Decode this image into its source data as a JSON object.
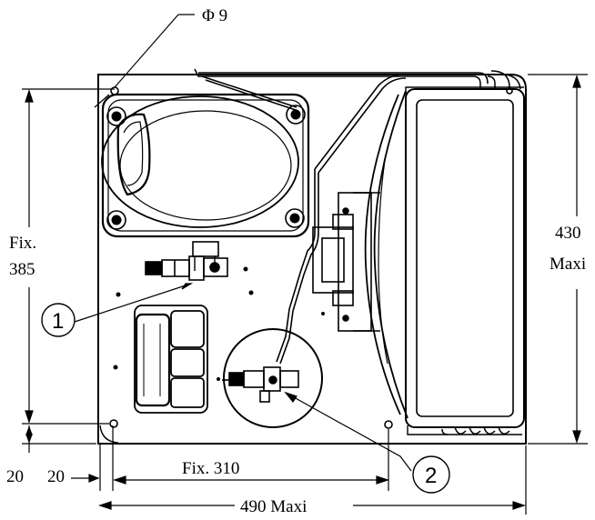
{
  "drawing": {
    "hole_label": "Φ 9",
    "height_fix_line1": "Fix.",
    "height_fix_line2": "385",
    "height_max_line1": "430",
    "height_max_line2": "Maxi",
    "offset_left": "20",
    "offset_bottom": "20",
    "width_fix": "Fix. 310",
    "width_max": "490  Maxi",
    "callout_1": "1",
    "callout_2": "2"
  }
}
